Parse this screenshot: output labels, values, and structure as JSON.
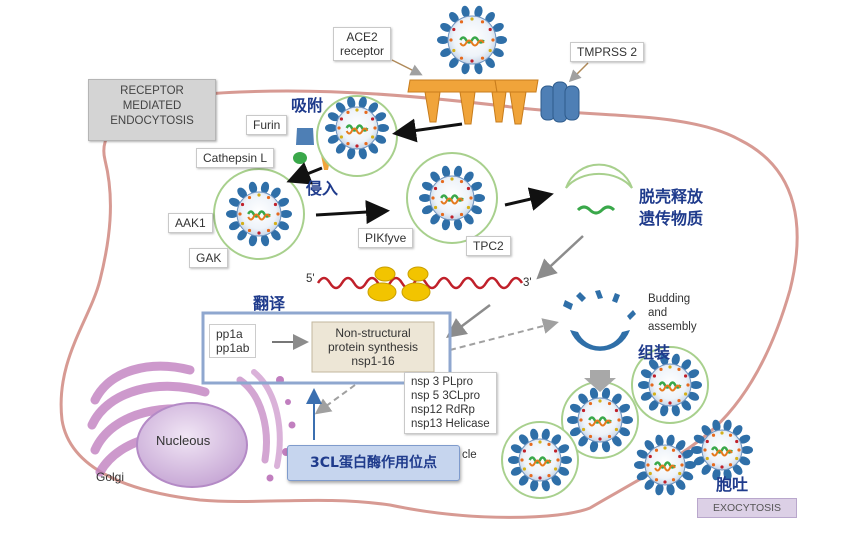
{
  "labels": {
    "ace2": "ACE2\nreceptor",
    "tmprss2": "TMPRSS 2",
    "receptor_endocytosis": "RECEPTOR\nMEDIATED\nENDOCYTOSIS",
    "furin": "Furin",
    "cathepsin": "Cathepsin L",
    "aak1": "AAK1",
    "gak": "GAK",
    "pikfyve": "PIKfyve",
    "tpc2": "TPC2",
    "five_prime": "5'",
    "three_prime": "3'",
    "budding": "Budding\nand\nassembly",
    "pp": "pp1a\npp1ab",
    "nonstructural": "Non-structural\nprotein synthesis\nnsp1-16",
    "nsp_list": "nsp 3 PLpro\nnsp 5 3CLpro\nnsp12 RdRp\nnsp13 Helicase",
    "vesicle_fragment": "cle",
    "nucleus": "Nucleous",
    "golgi": "Golgi",
    "exocytosis": "EXOCYTOSIS"
  },
  "chinese": {
    "adsorption": "吸附",
    "entry": "侵入",
    "uncoating": "脱壳释放\n遗传物质",
    "translation": "翻译",
    "assembly": "组装",
    "target": "3CL蛋白酶作用位点",
    "exocytosis": "胞吐"
  },
  "colors": {
    "cell_membrane": "#d79a93",
    "vesicle_ring": "#a8d08d",
    "virus_blue": "#2f6fa8",
    "receptor_orange": "#f0a43a",
    "rna_red": "#c0202a",
    "ribosome_yellow": "#f2c400",
    "golgi_pink": "#c17fbf",
    "nucleus_fill": "#dcc6e6",
    "arrow_black": "#111111",
    "arrow_gray": "#8c8c8c",
    "cn_text": "#1f3b8c",
    "target_box": "#c6d5ee",
    "translation_frame": "#8fa7cf"
  }
}
